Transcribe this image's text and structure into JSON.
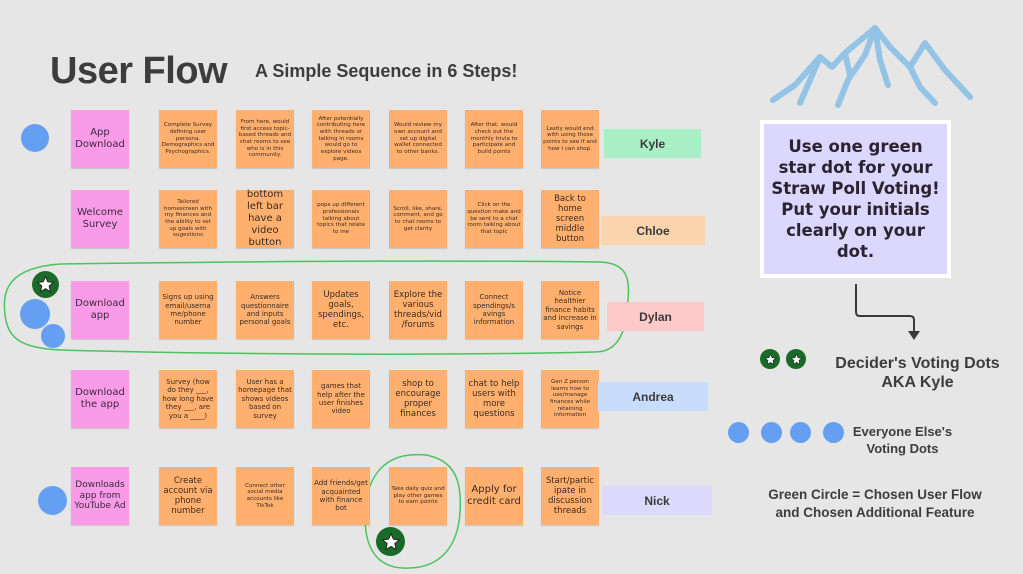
{
  "header": {
    "title": "User Flow",
    "subtitle": "A Simple Sequence in 6 Steps!"
  },
  "colors": {
    "background": "#e6e6e6",
    "step_sticky": "#ffb06e",
    "start_sticky": "#f99be6",
    "voter_dot": "#659ff2",
    "decider_dot": "#1a6b2a",
    "chosen_circle": "#4cc35c",
    "instructions_bg": "#dcd7fd",
    "mountain": "#93c4e6"
  },
  "rows": [
    {
      "start": "App Download",
      "steps": [
        "Complete Survey defining user persona. Demographics and Psychographics.",
        "From here, would first access topic-based threads and chat rooms to see who is in this community.",
        "After potentially contributing here with threads or talking in rooms would go to explore videos page.",
        "Would review my own account and set up digital wallet connected to other banks.",
        "After that, would check out the monthly trivia to participate and build points",
        "Lastly would end with using those points to see if and how I can shop."
      ],
      "owner": "Kyle",
      "owner_color": "#a8efc6"
    },
    {
      "start": "Welcome Survey",
      "steps": [
        "Tailored homescreen with my finances and the ability to set up goals with sugestions",
        "bottom left bar have a video button",
        "pops up different professionals talking about topics that relate to me",
        "Scroll, like, share, comment, and go to chat rooms to get clarity",
        "Click on the question make and be sent to a chat room talking about that topic",
        "Back to home screen middle button"
      ],
      "owner": "Chloe",
      "owner_color": "#f9d4ad"
    },
    {
      "start": "Download app",
      "steps": [
        "Signs up using email/userna me/phone number",
        "Answers questionnaire and inputs personal goals",
        "Updates goals, spendings, etc.",
        "Explore the various threads/vid /forums",
        "Connect spendings/s avings information",
        "Notice healthier finance habits and increase in savings"
      ],
      "owner": "Dylan",
      "owner_color": "#fdc9c9"
    },
    {
      "start": "Download the app",
      "steps": [
        "Survey (how do they ___, how long have they ___, are you a ____)",
        "User has a homepage that shows videos based on survey",
        "games that help after the user finishes video",
        "shop to encourage proper finances",
        "chat to help users with more questions",
        "Gen Z person learns how to use/manage finances while retaining information"
      ],
      "owner": "Andrea",
      "owner_color": "#c8ddfb"
    },
    {
      "start": "Downloads app from YouTube Ad",
      "steps": [
        "Create account via phone number",
        "Connect other social media accounts like TikTok",
        "Add friends/get acquainted with finance bot",
        "Take daily quiz and play other games to earn points",
        "Apply for credit card",
        "Start/partic ipate in discussion threads"
      ],
      "owner": "Nick",
      "owner_color": "#dcd9fd"
    }
  ],
  "votes": {
    "chosen_user_flow_owner": "Dylan",
    "chosen_additional_feature": "Take daily quiz and play other games to earn points",
    "decider_votes": [
      "Dylan row",
      "Take daily quiz step"
    ],
    "voter_dots": {
      "App Download": 1,
      "Download app": 2,
      "Downloads app from YouTube Ad": 1
    }
  },
  "instructions": {
    "text": "Use one green star dot for your Straw Poll Voting! Put your initials clearly on your dot."
  },
  "legend": {
    "decider_label": "Decider's Voting Dots AKA Kyle",
    "decider_label_line1": "Decider's Voting Dots",
    "decider_label_line2": "AKA Kyle",
    "others_label_line1": "Everyone Else's",
    "others_label_line2": "Voting Dots",
    "circle_label_line1": "Green Circle = Chosen User Flow",
    "circle_label_line2": "and Chosen Additional Feature"
  }
}
